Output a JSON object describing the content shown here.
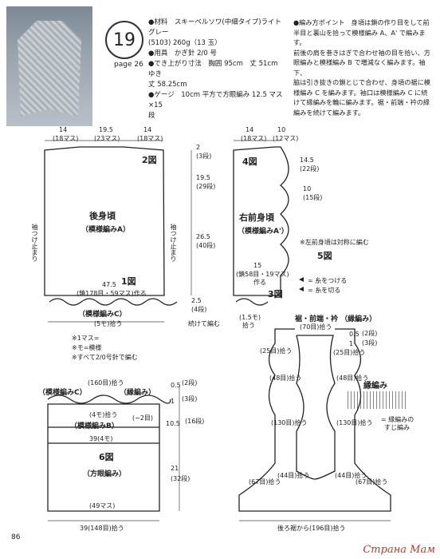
{
  "header": {
    "pattern_number": "19",
    "page_ref": "page 26",
    "spec_lines": [
      "●材料　スキーベルソワ(中細タイプ)ライトグレー",
      "(5103) 260g（13 玉）",
      "●用具　かぎ針 2/0 号",
      "●でき上がり寸法　胸囲 95cm　丈 51cm　ゆき",
      "丈 58.25cm",
      "●ゲージ　10cm 平方で方眼編み 12.5 マス×15",
      "段"
    ],
    "knit_points": [
      "●編み方ポイント　身頃は鎖の作り目をして前",
      "半目と裏山を拾って模様編み A、A' で編みます。",
      "前後の肩を巻きはぎで合わせ袖の目を拾い、方",
      "眼編みと模様編み B で増減なく編みます。袖下、",
      "脇は引き抜きの鎖とじで合わせ、身頃の裾に模",
      "様編み C を編みます。袖口は模様編み C に続",
      "けて縁編みを輪に編みます。裾・前端・衿の縁",
      "編みを続けて編みます。"
    ]
  },
  "back": {
    "figure_label": "2図",
    "title": "後身頃",
    "subtitle": "（模様編みA）",
    "top_dims": [
      "14",
      "(18マス)",
      "19.5",
      "(23マス)",
      "14",
      "(18マス)"
    ],
    "right_dims": [
      "2",
      "(3段)",
      "19.5",
      "(29段)",
      "26.5",
      "(40段)",
      "2.5",
      "(4段)"
    ],
    "side_label": "袖つけ止まり",
    "chain": "47.5",
    "chain_note": "(鎖178目・59マス)作る",
    "fig1": "1図",
    "pattern_c": "（模様編みC）",
    "pickup": "(5モ)拾う",
    "join_note": "続けて編む"
  },
  "front": {
    "figure_label": "4図",
    "title": "右前身頃",
    "subtitle": "（模様編みA'）",
    "top_dims": [
      "14",
      "(18マス)",
      "10",
      "(12マス)"
    ],
    "right_dims": [
      "14.5",
      "(22段)",
      "10",
      "(15段)"
    ],
    "chain": "15",
    "chain_note": "(鎖58目・19マス)",
    "chain_note2": "作る",
    "fig3": "3図",
    "pickup": "(1.5モ)",
    "pickup2": "拾う",
    "left_note": "※左前身頃は対称に編む",
    "fig5": "5図"
  },
  "notes": [
    "※1マス=",
    "※モ=模様",
    "※すべて2/0号針で編む"
  ],
  "legend": {
    "join": "= 糸をつける",
    "cut": "= 糸を切る"
  },
  "sleeve": {
    "pattern_c": "（模様編みC）",
    "edging": "（縁編み）",
    "pickup_top": "(160目)拾う",
    "right_dims": [
      "0.5",
      "(2段)",
      "1",
      "(3段)",
      "10.5",
      "(16段)",
      "21",
      "(32段)"
    ],
    "mo_count": "(4モ)拾う",
    "minus": "(−2目)",
    "pattern_b": "（模様編みB）",
    "width_b": "39(4モ)",
    "fig6": "6図",
    "mesh": "（方眼編み）",
    "squares": "(49マス)",
    "bottom": "39(148目)拾う"
  },
  "border": {
    "title": "裾・前端・衿 （縁編み）",
    "neck": "(70目)拾う",
    "dims": [
      "0.5",
      "(2段)",
      "1",
      "(3段)"
    ],
    "left_counts": [
      "(25目)拾う",
      "(48目)拾う",
      "(130目)拾う",
      "(67目)拾う"
    ],
    "right_counts": [
      "(25目)拾う",
      "(48目)拾う",
      "(130目)拾う",
      "(67目)拾う"
    ],
    "edging_label": "縁編み",
    "bottom_small": [
      "(44目)拾う",
      "(44目)拾う"
    ],
    "back_hem": "後ろ裾から(196目)拾う",
    "diagram_note1": "= 縁編みの",
    "diagram_note2": "すじ編み"
  },
  "footer": {
    "page_number": "86",
    "watermark": "Страна Мам"
  }
}
